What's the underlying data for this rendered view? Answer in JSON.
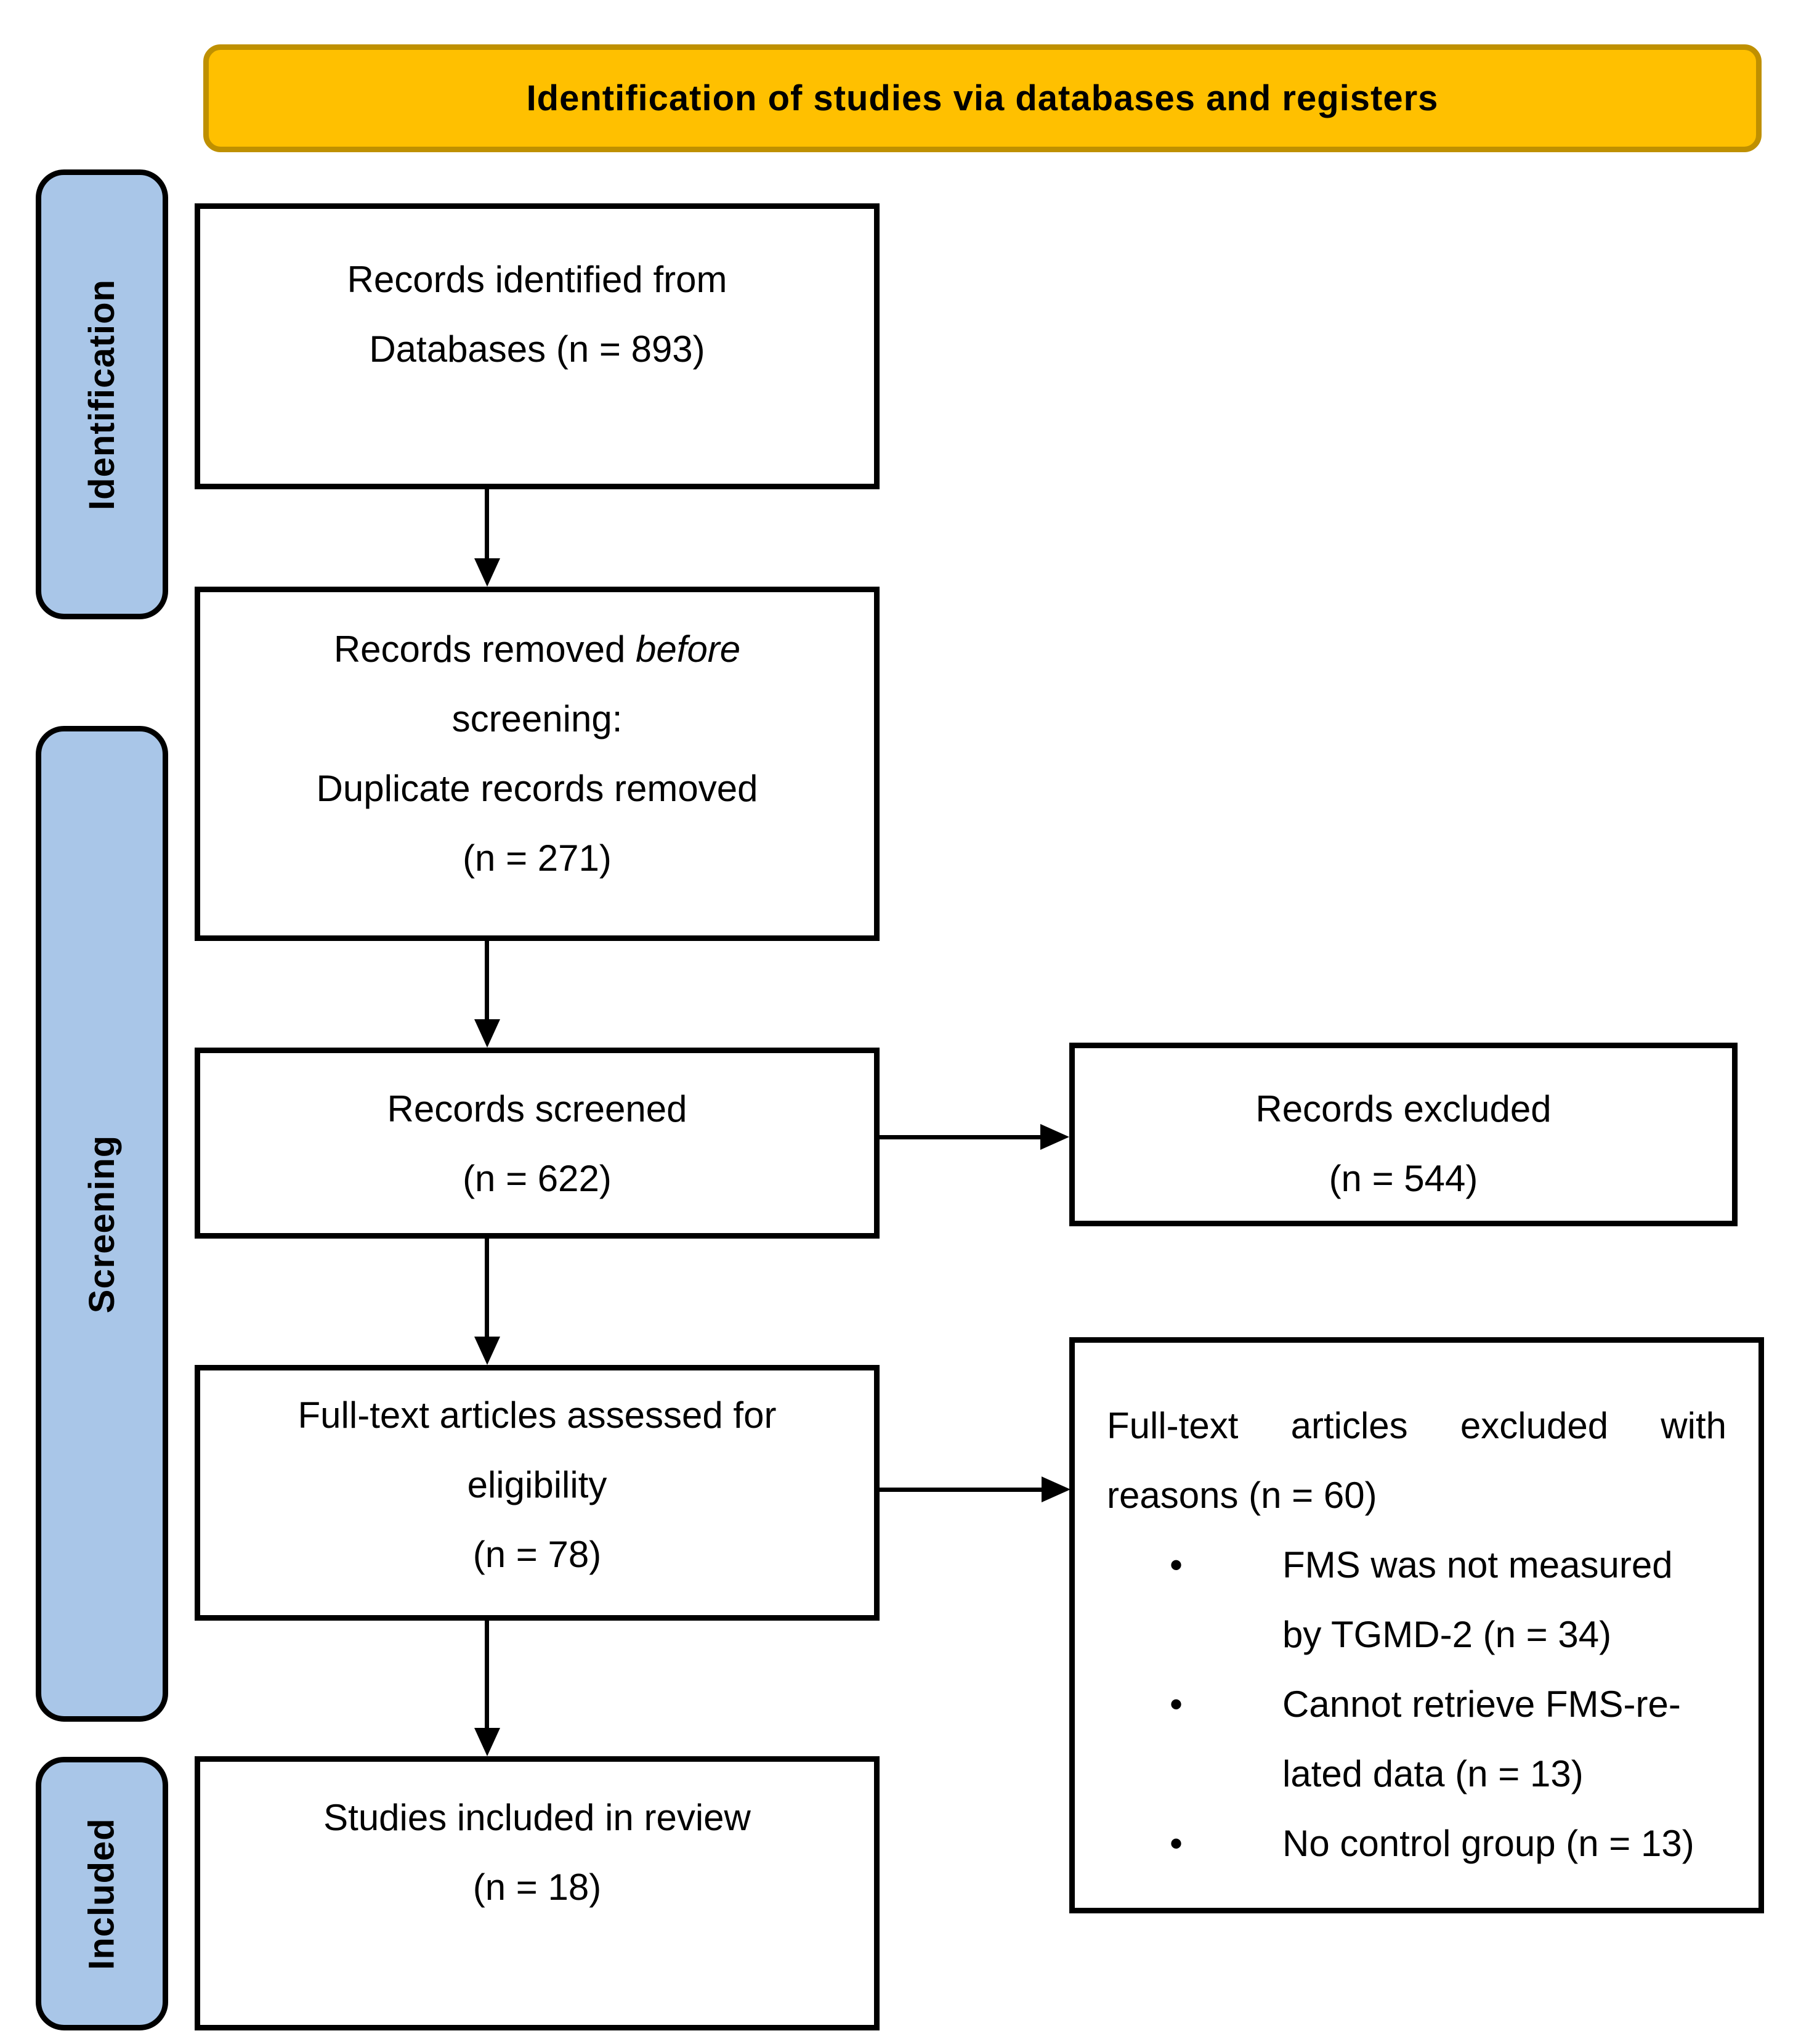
{
  "banner": {
    "label": "Identification of studies via databases and registers",
    "bg_color": "#FFC000",
    "border_color": "#BF9000"
  },
  "stages": {
    "identification_label": "Identification",
    "screening_label": "Screening",
    "included_label": "Included",
    "bg_color": "#A9C6E8"
  },
  "boxes": {
    "records_identified": {
      "line1": "Records identified from",
      "line2": "Databases (n = 893)"
    },
    "records_removed": {
      "line1_normal": "Records removed ",
      "line1_italic": "before",
      "line2": "screening:",
      "line3": "Duplicate records removed",
      "line4": "(n = 271)"
    },
    "records_screened": {
      "line1": "Records screened",
      "line2": "(n = 622)"
    },
    "records_excluded": {
      "line1": "Records excluded",
      "line2": "(n = 544)"
    },
    "fulltext_assessed": {
      "line1": "Full-text articles assessed for",
      "line2": "eligibility",
      "line3": "(n = 78)"
    },
    "fulltext_excluded": {
      "line1": "Full-text articles excluded with",
      "line2": "reasons (n = 60)",
      "bullet_glyph": "•",
      "bullets": [
        {
          "lines": [
            "FMS was not measured",
            "by TGMD-2 (n = 34)"
          ]
        },
        {
          "lines": [
            "Cannot retrieve FMS-re-",
            "lated data (n = 13)"
          ]
        },
        {
          "lines": [
            "No control group (n = 13)"
          ]
        }
      ]
    },
    "studies_included": {
      "line1": "Studies included in review",
      "line2": "(n = 18)"
    }
  }
}
